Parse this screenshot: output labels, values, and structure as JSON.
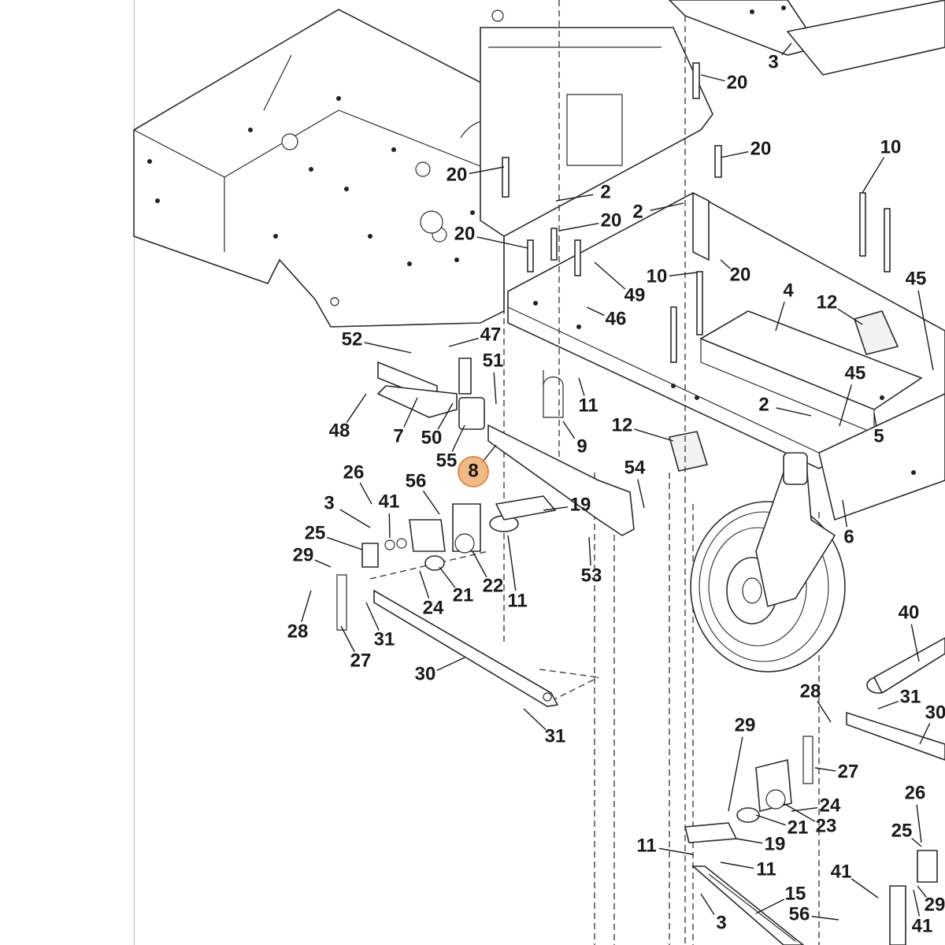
{
  "callouts": [
    {
      "text": "3"
    },
    {
      "text": "20"
    },
    {
      "text": "20"
    },
    {
      "text": "20"
    },
    {
      "text": "20"
    },
    {
      "text": "2"
    },
    {
      "text": "2"
    },
    {
      "text": "20"
    },
    {
      "text": "20"
    },
    {
      "text": "10"
    },
    {
      "text": "10"
    },
    {
      "text": "49"
    },
    {
      "text": "46"
    },
    {
      "text": "4"
    },
    {
      "text": "12"
    },
    {
      "text": "45"
    },
    {
      "text": "45"
    },
    {
      "text": "2"
    },
    {
      "text": "5"
    },
    {
      "text": "52"
    },
    {
      "text": "47"
    },
    {
      "text": "51"
    },
    {
      "text": "11"
    },
    {
      "text": "48"
    },
    {
      "text": "7"
    },
    {
      "text": "50"
    },
    {
      "text": "55"
    },
    {
      "text": "9"
    },
    {
      "text": "12"
    },
    {
      "text": "8"
    },
    {
      "text": "54"
    },
    {
      "text": "26"
    },
    {
      "text": "56"
    },
    {
      "text": "3"
    },
    {
      "text": "41"
    },
    {
      "text": "19"
    },
    {
      "text": "25"
    },
    {
      "text": "29"
    },
    {
      "text": "22"
    },
    {
      "text": "21"
    },
    {
      "text": "53"
    },
    {
      "text": "11"
    },
    {
      "text": "24"
    },
    {
      "text": "28"
    },
    {
      "text": "31"
    },
    {
      "text": "27"
    },
    {
      "text": "6"
    },
    {
      "text": "30"
    },
    {
      "text": "31"
    },
    {
      "text": "40"
    },
    {
      "text": "28"
    },
    {
      "text": "31"
    },
    {
      "text": "30"
    },
    {
      "text": "29"
    },
    {
      "text": "27"
    },
    {
      "text": "26"
    },
    {
      "text": "24"
    },
    {
      "text": "21"
    },
    {
      "text": "23"
    },
    {
      "text": "25"
    },
    {
      "text": "19"
    },
    {
      "text": "11"
    },
    {
      "text": "11"
    },
    {
      "text": "41"
    },
    {
      "text": "15"
    },
    {
      "text": "3"
    },
    {
      "text": "56"
    },
    {
      "text": "29"
    },
    {
      "text": "41"
    }
  ],
  "highlight": {
    "callout_index": 29,
    "color": "#efb27a",
    "stroke": "#d8823b"
  }
}
